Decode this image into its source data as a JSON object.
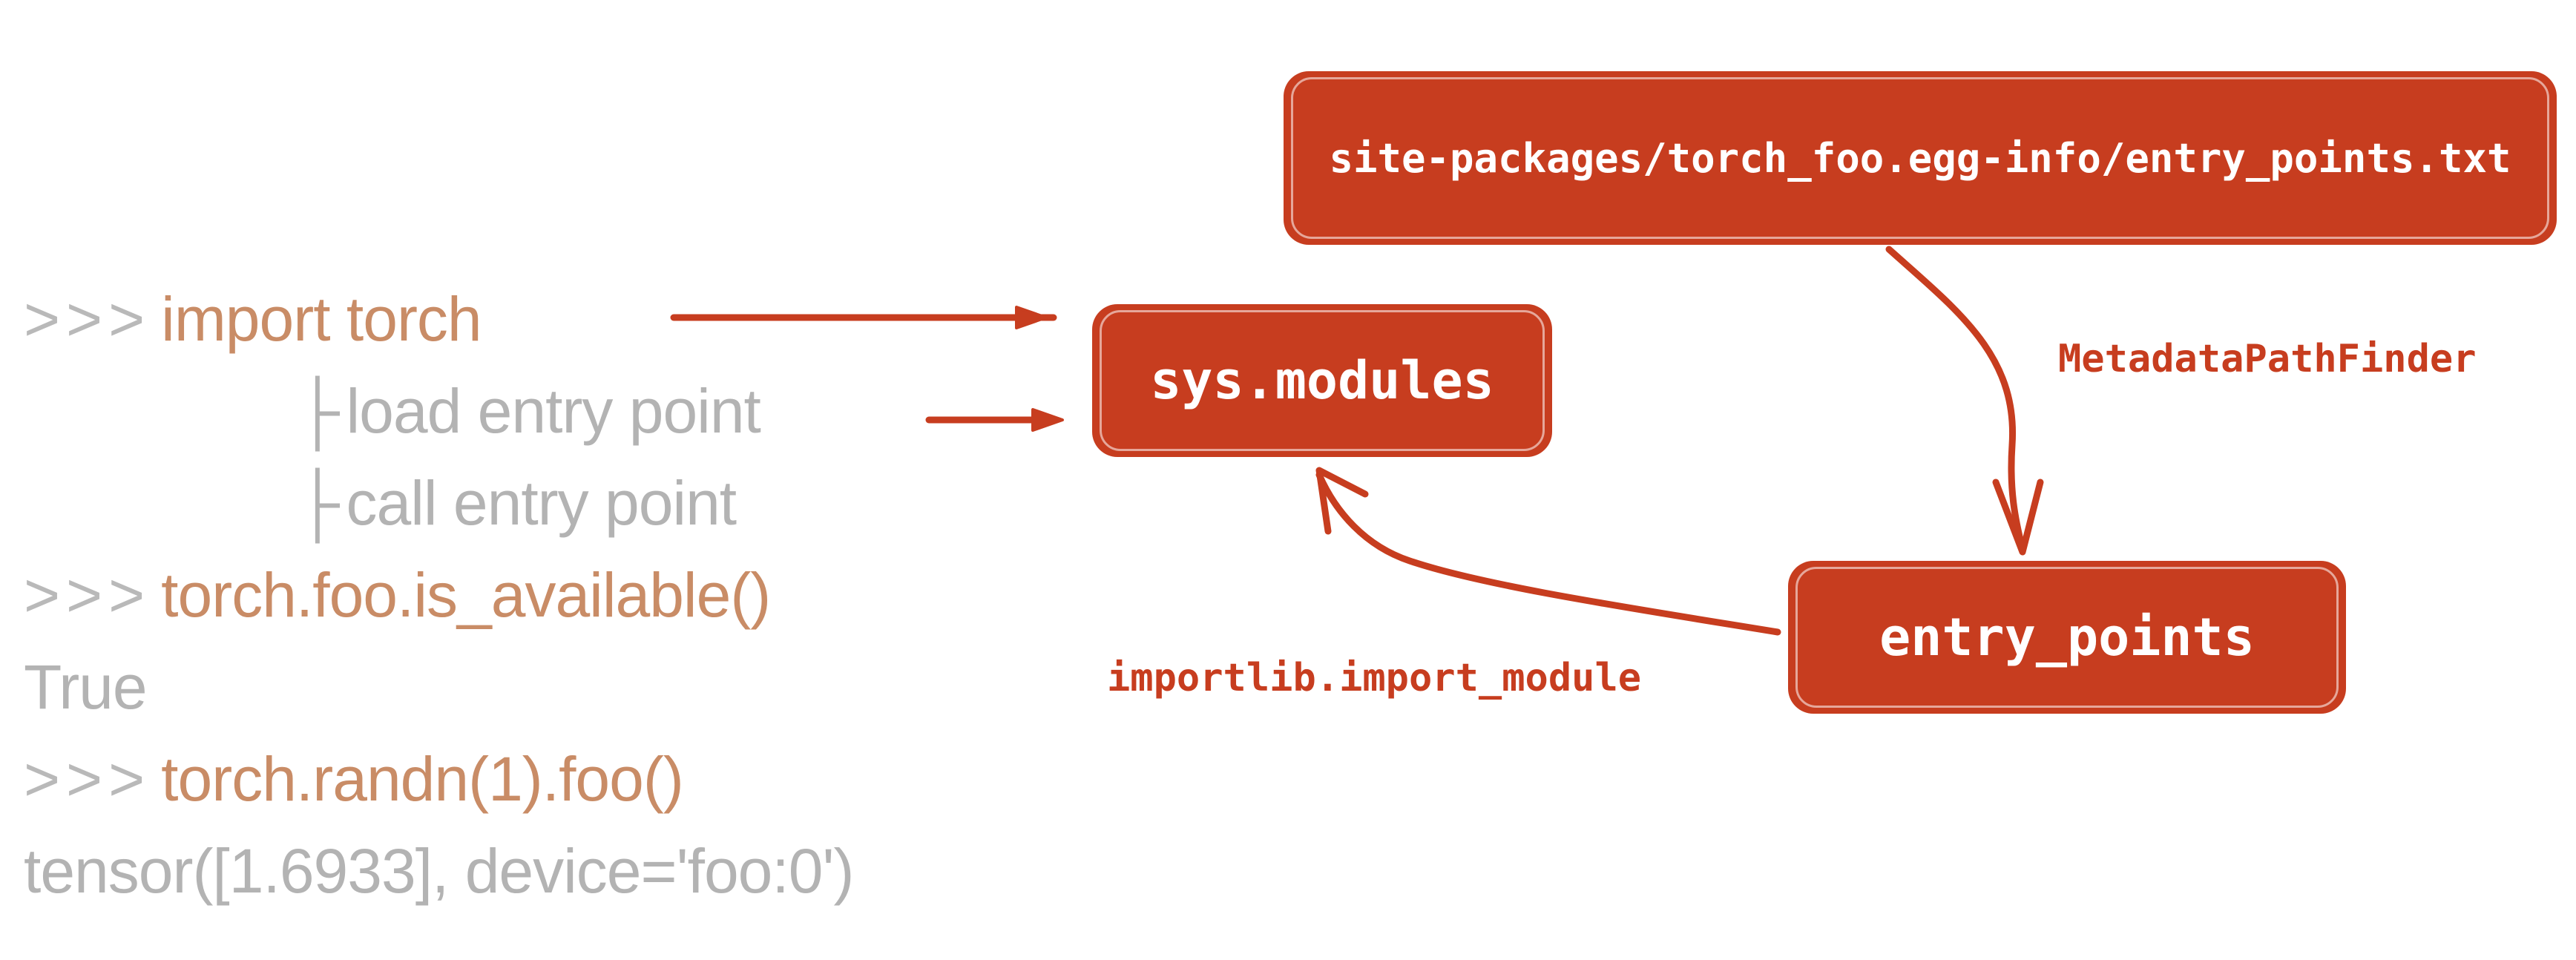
{
  "repl": {
    "lines": [
      {
        "prompt": ">>>",
        "code": "import torch"
      },
      {
        "sub": "load entry point",
        "tree": "├"
      },
      {
        "sub": "call entry point",
        "tree": "├"
      },
      {
        "prompt": ">>>",
        "code": "torch.foo.is_available()"
      },
      {
        "output": "True"
      },
      {
        "prompt": ">>>",
        "code": "torch.randn(1).foo()"
      },
      {
        "output": "tensor([1.6933], device='foo:0')"
      }
    ]
  },
  "diagram": {
    "boxes": {
      "path": "site-packages/torch_foo.egg-info/entry_points.txt",
      "sys_modules": "sys.modules",
      "entry_points": "entry_points"
    },
    "labels": {
      "finder": "MetadataPathFinder",
      "importlib": "importlib.import_module"
    }
  },
  "colors": {
    "accent": "#c73d1f",
    "code": "#c98c66",
    "muted": "#b3b3b3"
  }
}
